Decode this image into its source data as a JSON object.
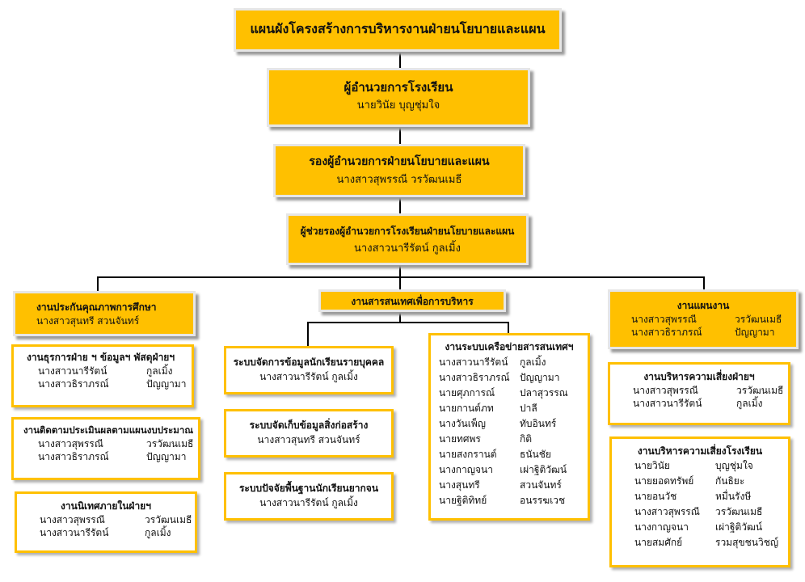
{
  "main_title": "แผนผังโครงสร้างการบริหารงานฝ่ายนโยบายและแผน",
  "director": {
    "title": "ผู้อำนวยการโรงเรียน",
    "name": "นายวินัย บุญชุ่มใจ"
  },
  "deputy": {
    "title": "รองผู้อำนวยการฝ่ายนโยบายและแผน",
    "name": "นางสาวสุพรรณี วรวัฒนเมธี"
  },
  "assistant": {
    "title": "ผู้ช่วยรองผู้อำนวยการโรงเรียนฝ่ายนโยบายและแผน",
    "name": "นางสาวนารีรัตน์ กูลเมิ้ง"
  },
  "left_branch": {
    "head": {
      "title": "งานประกันคุณภาพการศึกษา",
      "name": "นางสาวสุนทรี สวนจันทร์"
    },
    "units": [
      {
        "title": "งานธุรการฝ่าย ฯ ข้อมูลฯ พัสดุฝ่ายฯ",
        "members": [
          {
            "first": "นางสาวนารีรัตน์",
            "last": "กูลเมิ้ง"
          },
          {
            "first": "นางสาวธิราภรณ์",
            "last": "ปัญญามา"
          }
        ]
      },
      {
        "title": "งานติดตามประเมินผลตามแผนงบประมาณ",
        "members": [
          {
            "first": "นางสาวสุพรรณี",
            "last": "วรวัฒนเมธี"
          },
          {
            "first": "นางสาวธิราภรณ์",
            "last": "ปัญญามา"
          }
        ]
      },
      {
        "title": "งานนิเทศภายในฝ่ายฯ",
        "members": [
          {
            "first": "นางสาวสุพรรณี",
            "last": "วรวัฒนเมธี"
          },
          {
            "first": "นางสาวนารีรัตน์",
            "last": "กูลเมิ้ง"
          }
        ]
      }
    ]
  },
  "center_branch": {
    "head": {
      "title": "งานสารสนเทศเพื่อการบริหาร"
    },
    "systems": [
      {
        "title": "ระบบจัดการข้อมูลนักเรียนรายบุคคล",
        "name": "นางสาวนารีรัตน์ กูลเมิ้ง"
      },
      {
        "title": "ระบบจัดเก็บข้อมูลสิ่งก่อสร้าง",
        "name": "นางสาวสุนทรี สวนจันทร์"
      },
      {
        "title": "ระบบปัจจัยพื้นฐานนักเรียนยากจน",
        "name": "นางสาวนารีรัตน์ กูลเมิ้ง"
      }
    ],
    "network": {
      "title": "งานระบบเครือข่ายสารสนเทศฯ",
      "members": [
        {
          "first": "นางสาวนารีรัตน์",
          "last": "กูลเมิ้ง"
        },
        {
          "first": "นางสาวธิราภรณ์",
          "last": "ปัญญามา"
        },
        {
          "first": "นายศุภการณ์",
          "last": "ปลาสุวรรณ"
        },
        {
          "first": "นายกานต์ภท",
          "last": "ปาลี"
        },
        {
          "first": "นางวันเพ็ญ",
          "last": "ทับอินทร์"
        },
        {
          "first": "นายทศพร",
          "last": "กิติ"
        },
        {
          "first": "นายสงกรานต์",
          "last": "ธนันชัย"
        },
        {
          "first": "นางกาญจนา",
          "last": "เผ่าฐิติวัฒน์"
        },
        {
          "first": "นางสุนทรี",
          "last": "สวนจันทร์"
        },
        {
          "first": "นายฐิติทิทย์",
          "last": "อนรรฆเวช"
        }
      ]
    }
  },
  "right_branch": {
    "head": {
      "title": "งานแผนงาน",
      "members": [
        {
          "first": "นางสาวสุพรรณี",
          "last": "วรวัฒนเมธี"
        },
        {
          "first": "นางสาวธิราภรณ์",
          "last": "ปัญญามา"
        }
      ]
    },
    "units": [
      {
        "title": "งานบริหารความเสี่ยงฝ่ายฯ",
        "members": [
          {
            "first": "นางสาวสุพรรณี",
            "last": "วรวัฒนเมธี"
          },
          {
            "first": "นางสาวนารีรัตน์",
            "last": "กูลเมิ้ง"
          }
        ]
      },
      {
        "title": "งานบริหารความเสี่ยงโรงเรียน",
        "members": [
          {
            "first": "นายวินัย",
            "last": "บุญชุ่มใจ"
          },
          {
            "first": "นายยอดทรัพย์",
            "last": "กันธิยะ"
          },
          {
            "first": "นายอนวัช",
            "last": "หมื่นรังษี"
          },
          {
            "first": "นางสาวสุพรรณี",
            "last": "วรวัฒนเมธี"
          },
          {
            "first": "นางกาญจนา",
            "last": "เผ่าฐิติวัฒน์"
          },
          {
            "first": "นายสมศักย์",
            "last": "รวมสุขชนวิชญ์"
          }
        ]
      }
    ]
  }
}
